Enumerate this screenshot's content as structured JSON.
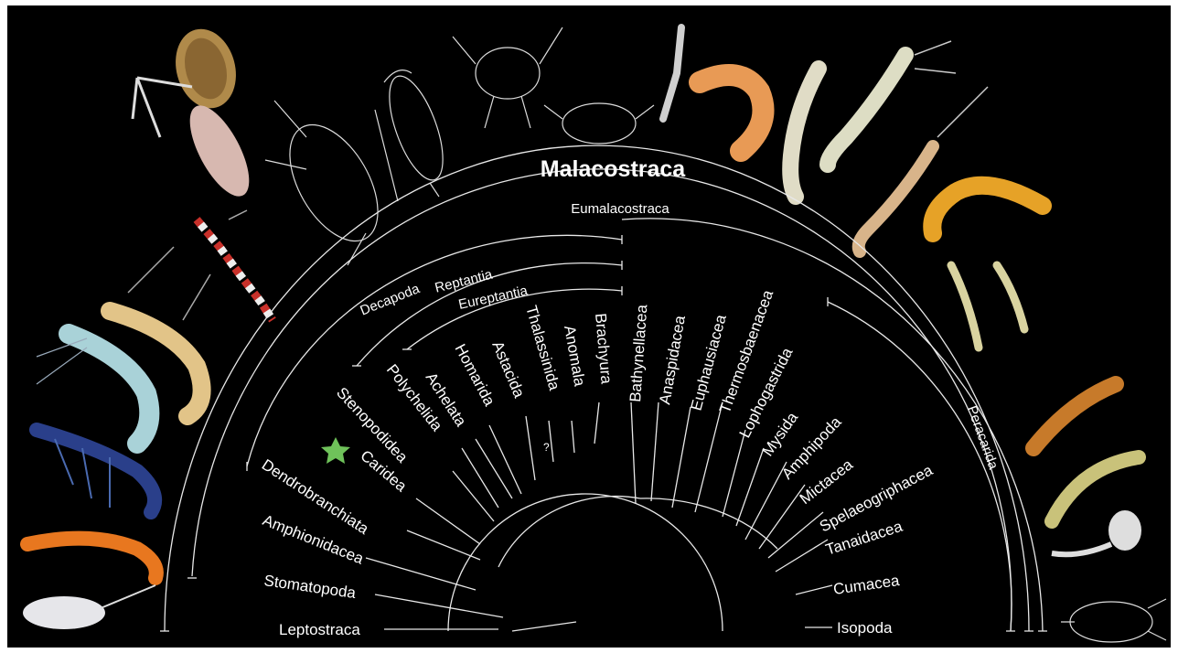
{
  "title": "Malacostraca",
  "clades": {
    "eumalacostraca": "Eumalacostraca",
    "decapoda": "Decapoda",
    "reptantia": "Reptantia",
    "eureptantia": "Eureptantia",
    "peracarida": "Peracarida"
  },
  "taxa": {
    "leptostraca": "Leptostraca",
    "stomatopoda": "Stomatopoda",
    "amphionidacea": "Amphionidacea",
    "dendrobranchiata": "Dendrobranchiata",
    "caridea": "Caridea",
    "stenopodidea": "Stenopodidea",
    "polychelida": "Polychelida",
    "achelata": "Achelata",
    "homarida": "Homarida",
    "astacida": "Astacida",
    "thalassinida": "Thalassinida",
    "anomala": "Anomala",
    "brachyura": "Brachyura",
    "bathynellacea": "Bathynellacea",
    "anaspidacea": "Anaspidacea",
    "euphausiacea": "Euphausiacea",
    "thermosbaenacea": "Thermosbaenacea",
    "lophogastrida": "Lophogastrida",
    "mysida": "Mysida",
    "amphipoda": "Amphipoda",
    "mictacea": "Mictacea",
    "spelaeogriphacea": "Spelaeogriphacea",
    "tanaidacea": "Tanaidacea",
    "cumacea": "Cumacea",
    "isopoda": "Isopoda"
  },
  "uncertain_mark": "?",
  "colors": {
    "background": "#000000",
    "branch": "#e8e8e8",
    "star": "#6fc25a"
  },
  "icons": {
    "highlight": "star-icon",
    "organisms": "crustacean-illustration"
  }
}
